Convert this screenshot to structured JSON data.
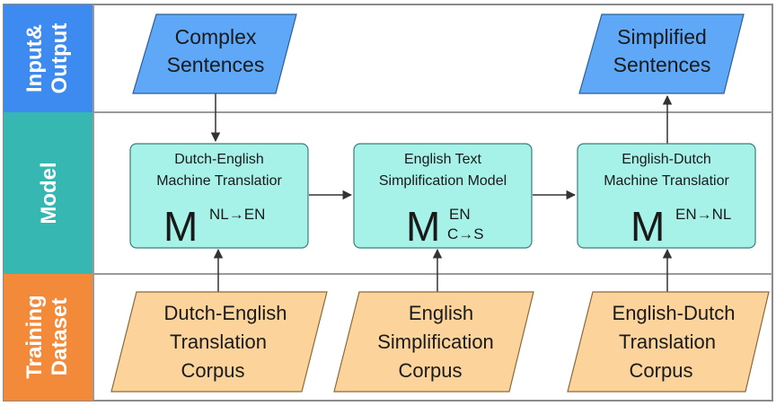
{
  "colors": {
    "input_output_lane": "#3d8bf0",
    "model_lane": "#36b7b2",
    "training_lane": "#f28a3a",
    "io_shape": "#5ea8f7",
    "model_box": "#a6f2e9",
    "dataset_shape": "#fcd39b"
  },
  "lanes": {
    "input_output": {
      "line1": "Input&",
      "line2": "Output"
    },
    "model": {
      "label": "Model"
    },
    "training": {
      "line1": "Training",
      "line2": "Dataset"
    }
  },
  "inputs": {
    "complex": {
      "line1": "Complex",
      "line2": "Sentences"
    },
    "simplified": {
      "line1": "Simplified",
      "line2": "Sentences"
    }
  },
  "models": {
    "nl_en": {
      "line1": "Dutch-English",
      "line2": "Machine Translatior",
      "symbol": "M",
      "sup": "NL→EN"
    },
    "simplification": {
      "line1": "English Text",
      "line2": "Simplification Model",
      "symbol": "M",
      "sup": "EN",
      "sub": "C→S"
    },
    "en_nl": {
      "line1": "English-Dutch",
      "line2": "Machine Translatior",
      "symbol": "M",
      "sup": "EN→NL"
    }
  },
  "datasets": {
    "nl_en": {
      "line1": "Dutch-English",
      "line2": "Translation",
      "line3": "Corpus"
    },
    "simplification": {
      "line1": "English",
      "line2": "Simplification",
      "line3": "Corpus"
    },
    "en_nl": {
      "line1": "English-Dutch",
      "line2": "Translation",
      "line3": "Corpus"
    }
  }
}
